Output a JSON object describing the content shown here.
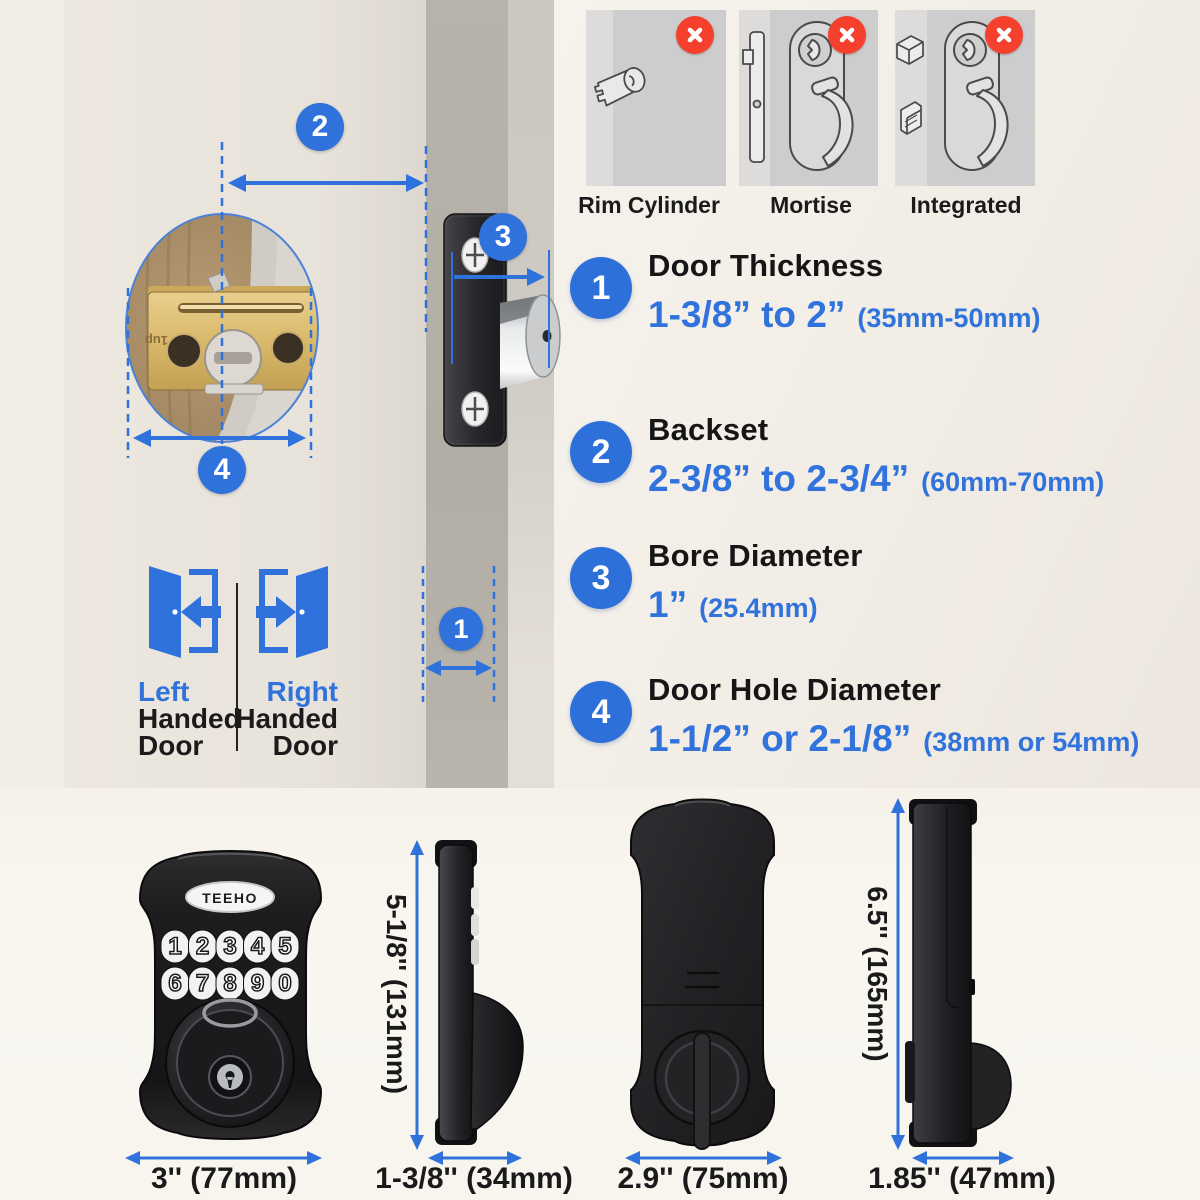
{
  "colors": {
    "accent": "#2f72db",
    "danger": "#f4402c",
    "brass": "#d9b96a",
    "product_black": "#1c1c1e"
  },
  "incompatible": {
    "rim": {
      "label": "Rim Cylinder"
    },
    "mortise": {
      "label": "Mortise"
    },
    "integrated": {
      "label": "Integrated"
    }
  },
  "specs": {
    "door_thickness": {
      "num": "1",
      "title": "Door Thickness",
      "value": "1-3/8” to 2”",
      "metric": "(35mm-50mm)"
    },
    "backset": {
      "num": "2",
      "title": "Backset",
      "value": "2-3/8” to 2-3/4”",
      "metric": "(60mm-70mm)"
    },
    "bore_diameter": {
      "num": "3",
      "title": "Bore Diameter",
      "value": "1”",
      "metric": "(25.4mm)"
    },
    "door_hole_diameter": {
      "num": "4",
      "title": "Door Hole Diameter",
      "value": "1-1/2” or 2-1/8”",
      "metric": "(38mm or 54mm)"
    }
  },
  "diagram": {
    "callout_thickness": "1",
    "callout_backset": "2",
    "callout_bore": "3",
    "callout_hole": "4",
    "engraving": "1up"
  },
  "handedness": {
    "left_line1": "Left",
    "left_line2": "Handed",
    "left_line3": "Door",
    "right_line1": "Right",
    "right_line2": "Handed",
    "right_line3": "Door"
  },
  "product": {
    "brand": "TEEHO",
    "keypad": [
      "1",
      "2",
      "3",
      "4",
      "5",
      "6",
      "7",
      "8",
      "9",
      "0"
    ]
  },
  "dimensions": {
    "front_width": "3'' (77mm)",
    "exterior_height": "5-1/8'' (131mm)",
    "exterior_depth": "1-3/8'' (34mm)",
    "back_width": "2.9'' (75mm)",
    "interior_height": "6.5'' (165mm)",
    "interior_depth": "1.85'' (47mm)"
  }
}
